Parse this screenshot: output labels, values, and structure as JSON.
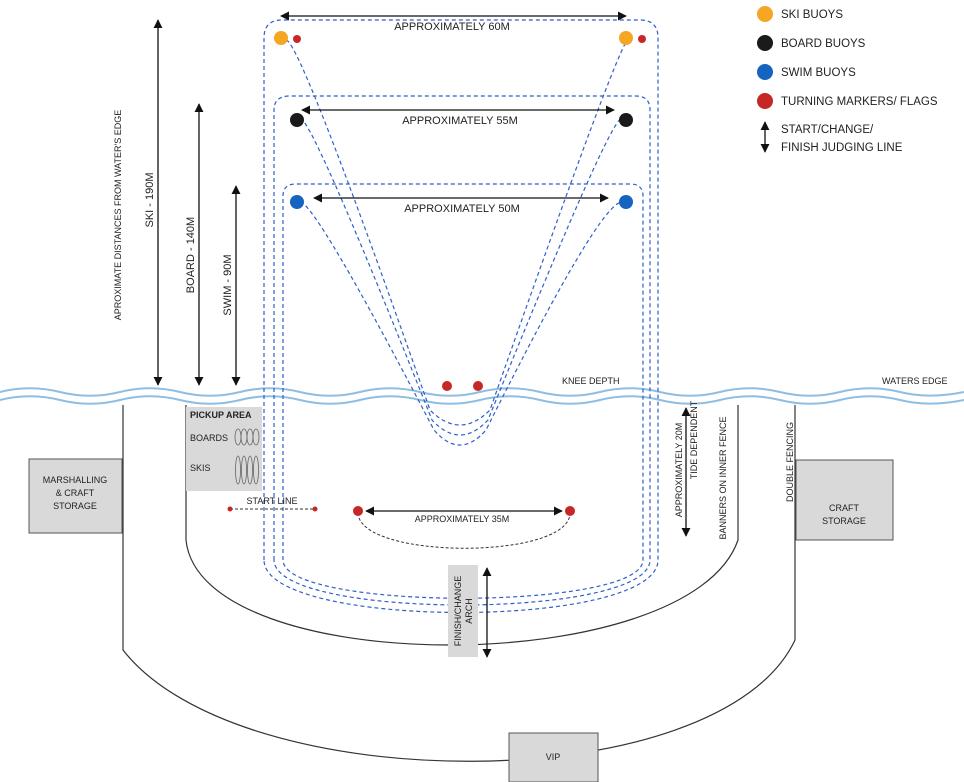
{
  "legend": {
    "items": [
      {
        "label": "SKI BUOYS",
        "color": "#F5A623",
        "icon": "ski-buoy-icon"
      },
      {
        "label": "BOARD BUOYS",
        "color": "#1a1a1a",
        "icon": "board-buoy-icon"
      },
      {
        "label": "SWIM BUOYS",
        "color": "#1565C0",
        "icon": "swim-buoy-icon"
      },
      {
        "label": "TURNING MARKERS/ FLAGS",
        "color": "#C62828",
        "icon": "turning-marker-icon"
      }
    ],
    "judging_line": [
      "START/CHANGE/",
      "FINISH JUDGING LINE"
    ]
  },
  "distances": {
    "ski_width": "APPROXIMATELY 60M",
    "board_width": "APPROXIMATELY 55M",
    "swim_width": "APPROXIMATELY 50M",
    "start_markers": "APPROXIMATELY 35M"
  },
  "vertical_labels": {
    "approx_distances": "APROXIMATE DISTANCES FROM WATER'S EDGE",
    "ski": "SKI - 190M",
    "board": "BOARD - 140M",
    "swim": "SWIM - 90M",
    "approx_20m": "APPROXIMATELY 20M",
    "tide": "TIDE DEPENDENT",
    "banners": "BANNERS ON INNER FENCE",
    "double_fencing": "DOUBLE FENCING"
  },
  "shore": {
    "knee_depth": "KNEE DEPTH",
    "waters_edge": "WATERS EDGE"
  },
  "areas": {
    "pickup": "PICKUP AREA",
    "boards": "BOARDS",
    "skis": "SKIS",
    "start_line": "START LINE",
    "marshalling": [
      "MARSHALLING",
      "& CRAFT",
      "STORAGE"
    ],
    "craft_storage": [
      "CRAFT",
      "STORAGE"
    ],
    "finish_arch": [
      "FINISH/CHANGE",
      "ARCH"
    ],
    "vip": "VIP"
  },
  "colors": {
    "water": "#8FBEE3",
    "course_line": "#2F5FC8",
    "area_fill": "#D9D9D9",
    "fence": "#333333"
  }
}
